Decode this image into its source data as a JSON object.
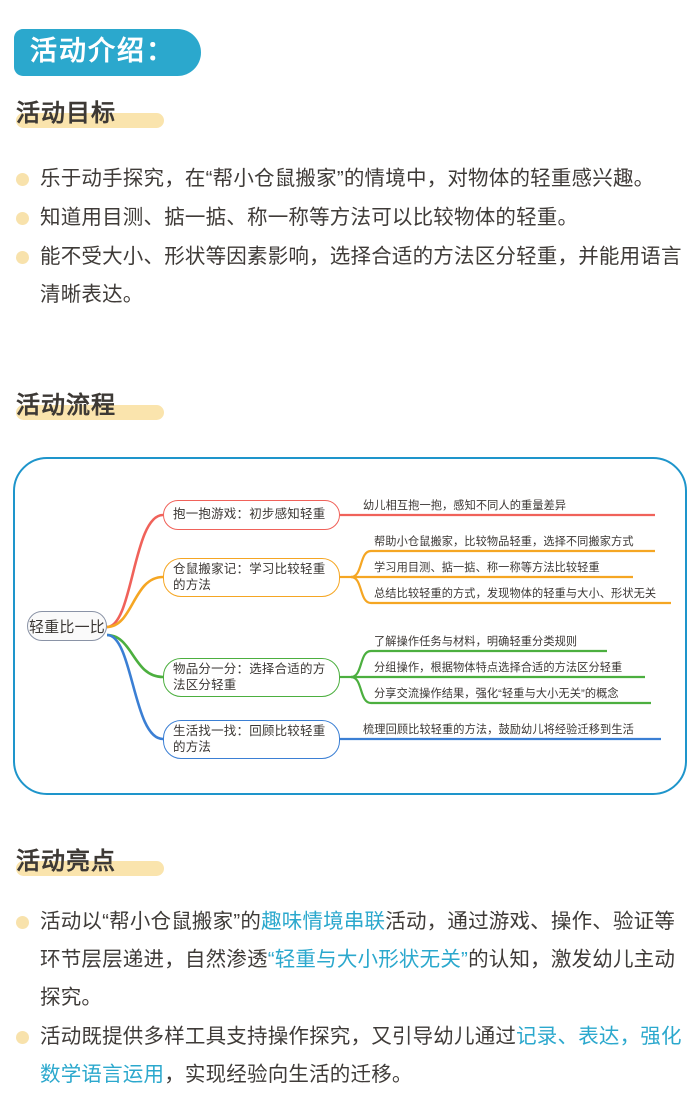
{
  "header": {
    "badge_label": "活动介绍："
  },
  "sections": {
    "goals": {
      "heading": "活动目标",
      "items": [
        "乐于动手探究，在“帮小仓鼠搬家”的情境中，对物体的轻重感兴趣。",
        "知道用目测、掂一掂、称一称等方法可以比较物体的轻重。",
        "能不受大小、形状等因素影响，选择合适的方法区分轻重，并能用语言清晰表达。"
      ]
    },
    "flow": {
      "heading": "活动流程"
    },
    "highlights": {
      "heading": "活动亮点",
      "items": [
        {
          "parts": [
            {
              "text": "活动以“帮小仓鼠搬家”的",
              "accent": false
            },
            {
              "text": "趣味情境串联",
              "accent": true
            },
            {
              "text": "活动，通过游戏、操作、验证等环节层层递进，自然渗透",
              "accent": false
            },
            {
              "text": "“轻重与大小形状无关”",
              "accent": true
            },
            {
              "text": "的认知，激发幼儿主动探究。",
              "accent": false
            }
          ]
        },
        {
          "parts": [
            {
              "text": "活动既提供多样工具支持操作探究，又引导幼儿通过",
              "accent": false
            },
            {
              "text": "记录、表达，强化数学语言运用",
              "accent": true
            },
            {
              "text": "，实现经验向生活的迁移。",
              "accent": false
            }
          ]
        }
      ]
    }
  },
  "mindmap": {
    "center": {
      "label": "轻重比一比",
      "color": "#8a93a6"
    },
    "branches": [
      {
        "label": "抱一抱游戏：初步感知轻重",
        "color": "#f0625a",
        "details": [
          "幼儿相互抱一抱，感知不同人的重量差异"
        ]
      },
      {
        "label": "仓鼠搬家记：学习比较轻重的方法",
        "color": "#f5a623",
        "details": [
          "帮助小仓鼠搬家，比较物品轻重，选择不同搬家方式",
          "学习用目测、掂一掂、称一称等方法比较轻重",
          "总结比较轻重的方式，发现物体的轻重与大小、形状无关"
        ]
      },
      {
        "label": "物品分一分：选择合适的方法区分轻重",
        "color": "#4caf3f",
        "details": [
          "了解操作任务与材料，明确轻重分类规则",
          "分组操作，根据物体特点选择合适的方法区分轻重",
          "分享交流操作结果，强化“轻重与大小无关”的概念"
        ]
      },
      {
        "label": "生活找一找：回顾比较轻重的方法",
        "color": "#3b7fd4",
        "details": [
          "梳理回顾比较轻重的方法，鼓励幼儿将经验迁移到生活"
        ]
      }
    ]
  },
  "colors": {
    "badge_bg": "#2ba8cd",
    "heading_highlight": "#fae4ad",
    "bullet_dot": "#f8e2ac",
    "frame_border": "#1e95cb",
    "accent_text": "#2ba8cd",
    "body_text": "#3f3b38"
  }
}
